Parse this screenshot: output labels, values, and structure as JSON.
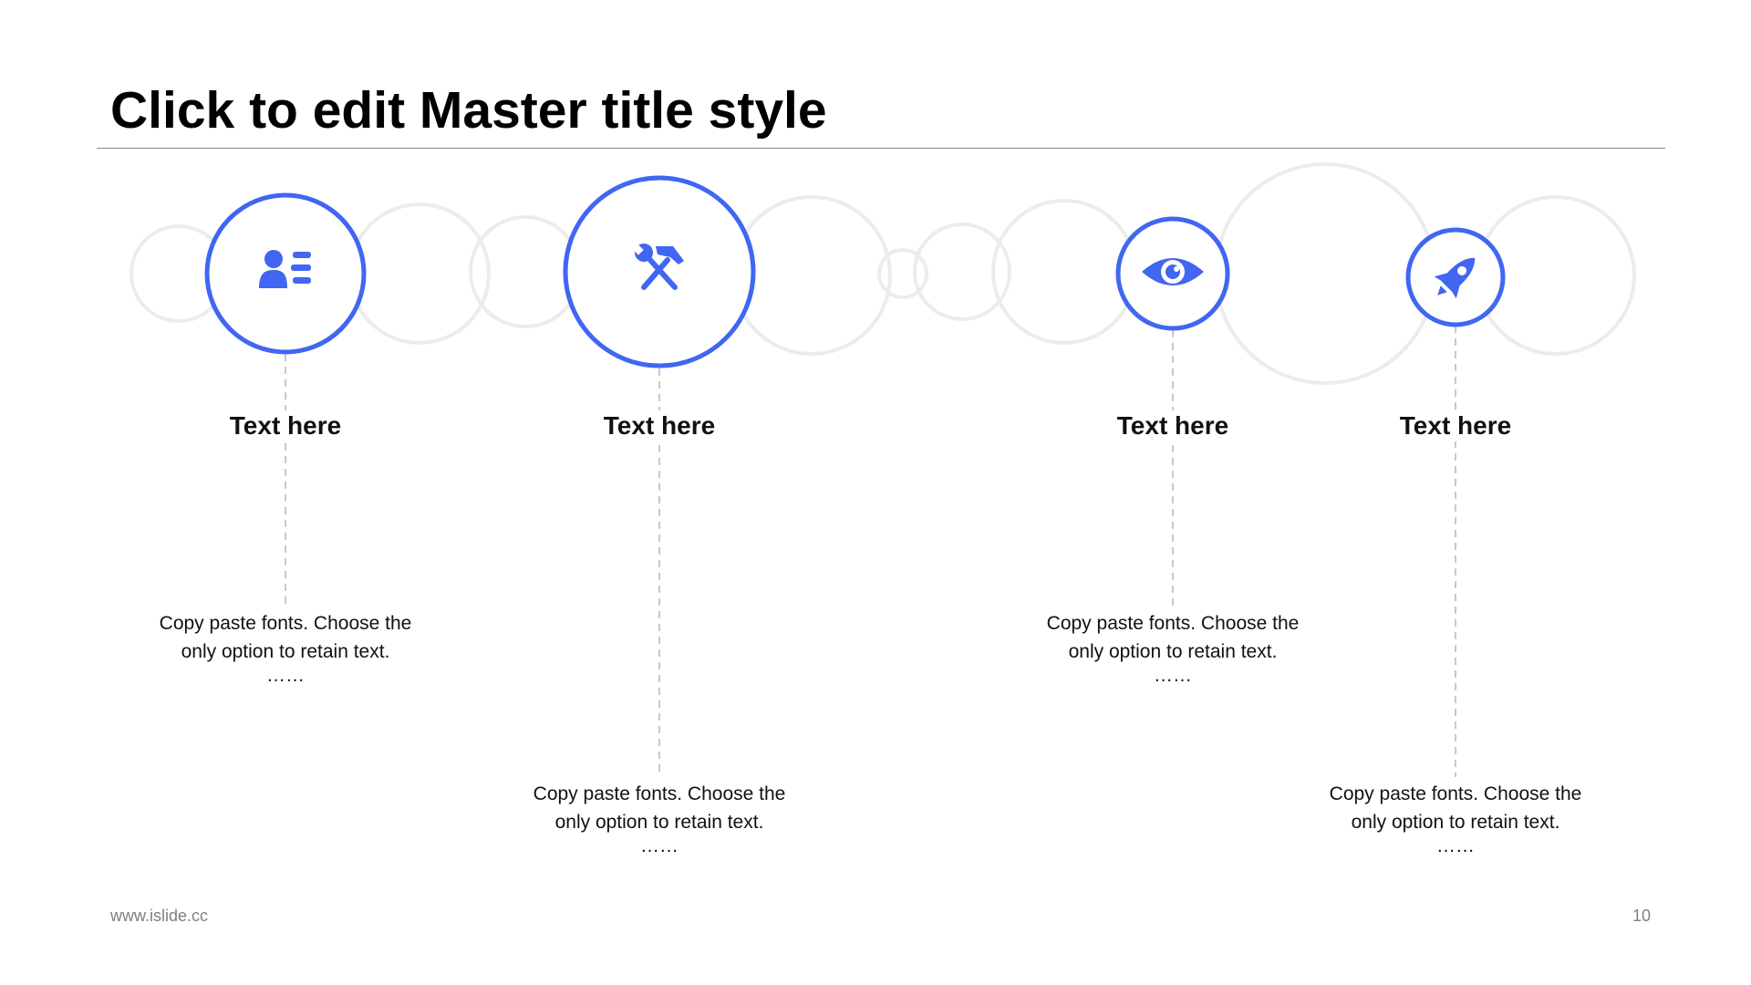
{
  "slide": {
    "title": "Click to edit Master title style",
    "footer_url": "www.islide.cc",
    "page_number": "10"
  },
  "colors": {
    "accent": "#4066f2",
    "ring_light": "#ececec",
    "dashed_line": "#c8c8c8",
    "text": "#111111",
    "footer": "#7f7f7f"
  },
  "steps": [
    {
      "label": "Text here",
      "icon": "user-list-icon",
      "desc_line1": "Copy paste fonts. Choose the",
      "desc_line2": "only option to retain text.",
      "desc_ellipsis": "……"
    },
    {
      "label": "Text here",
      "icon": "tools-icon",
      "desc_line1": "Copy paste fonts. Choose the",
      "desc_line2": "only option to retain text.",
      "desc_ellipsis": "……"
    },
    {
      "label": "Text here",
      "icon": "eye-icon",
      "desc_line1": "Copy paste fonts. Choose the",
      "desc_line2": "only option to retain text.",
      "desc_ellipsis": "……"
    },
    {
      "label": "Text here",
      "icon": "rocket-icon",
      "desc_line1": "Copy paste fonts. Choose the",
      "desc_line2": "only option to retain text.",
      "desc_ellipsis": "……"
    }
  ]
}
